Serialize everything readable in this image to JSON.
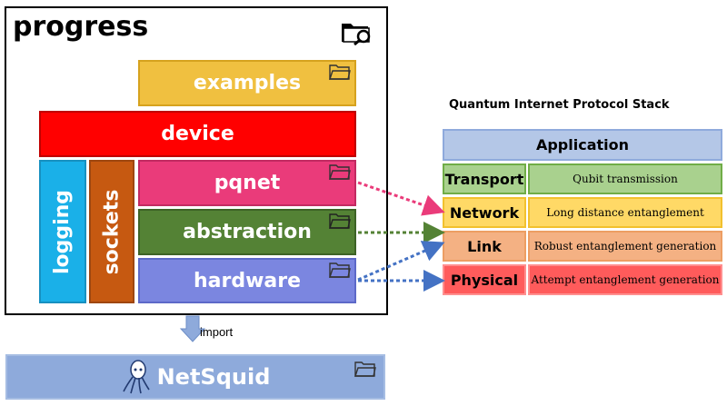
{
  "library": {
    "title": "progress",
    "modules": {
      "examples": "examples",
      "device": "device",
      "logging": "logging",
      "sockets": "sockets",
      "pqnet": "pqnet",
      "abstraction": "abstraction",
      "hardware": "hardware"
    }
  },
  "import_label": "import",
  "netsquid_label": "NetSquid",
  "stack": {
    "title": "Quantum Internet Protocol Stack",
    "application": "Application",
    "layers": [
      {
        "name": "Transport",
        "desc": "Qubit transmission"
      },
      {
        "name": "Network",
        "desc": "Long distance entanglement"
      },
      {
        "name": "Link",
        "desc": "Robust entanglement generation"
      },
      {
        "name": "Physical",
        "desc": "Attempt entanglement generation"
      }
    ]
  },
  "colors": {
    "examples": "#f0c040",
    "device": "#ff0000",
    "logging": "#1ab0e8",
    "sockets": "#c65911",
    "pqnet": "#ea3b7a",
    "abstraction": "#548235",
    "hardware": "#7b86e0",
    "application": "#b4c7e7",
    "transport": "#a9d18e",
    "network": "#ffd966",
    "link": "#f4b183",
    "physical": "#ff5b5b"
  }
}
